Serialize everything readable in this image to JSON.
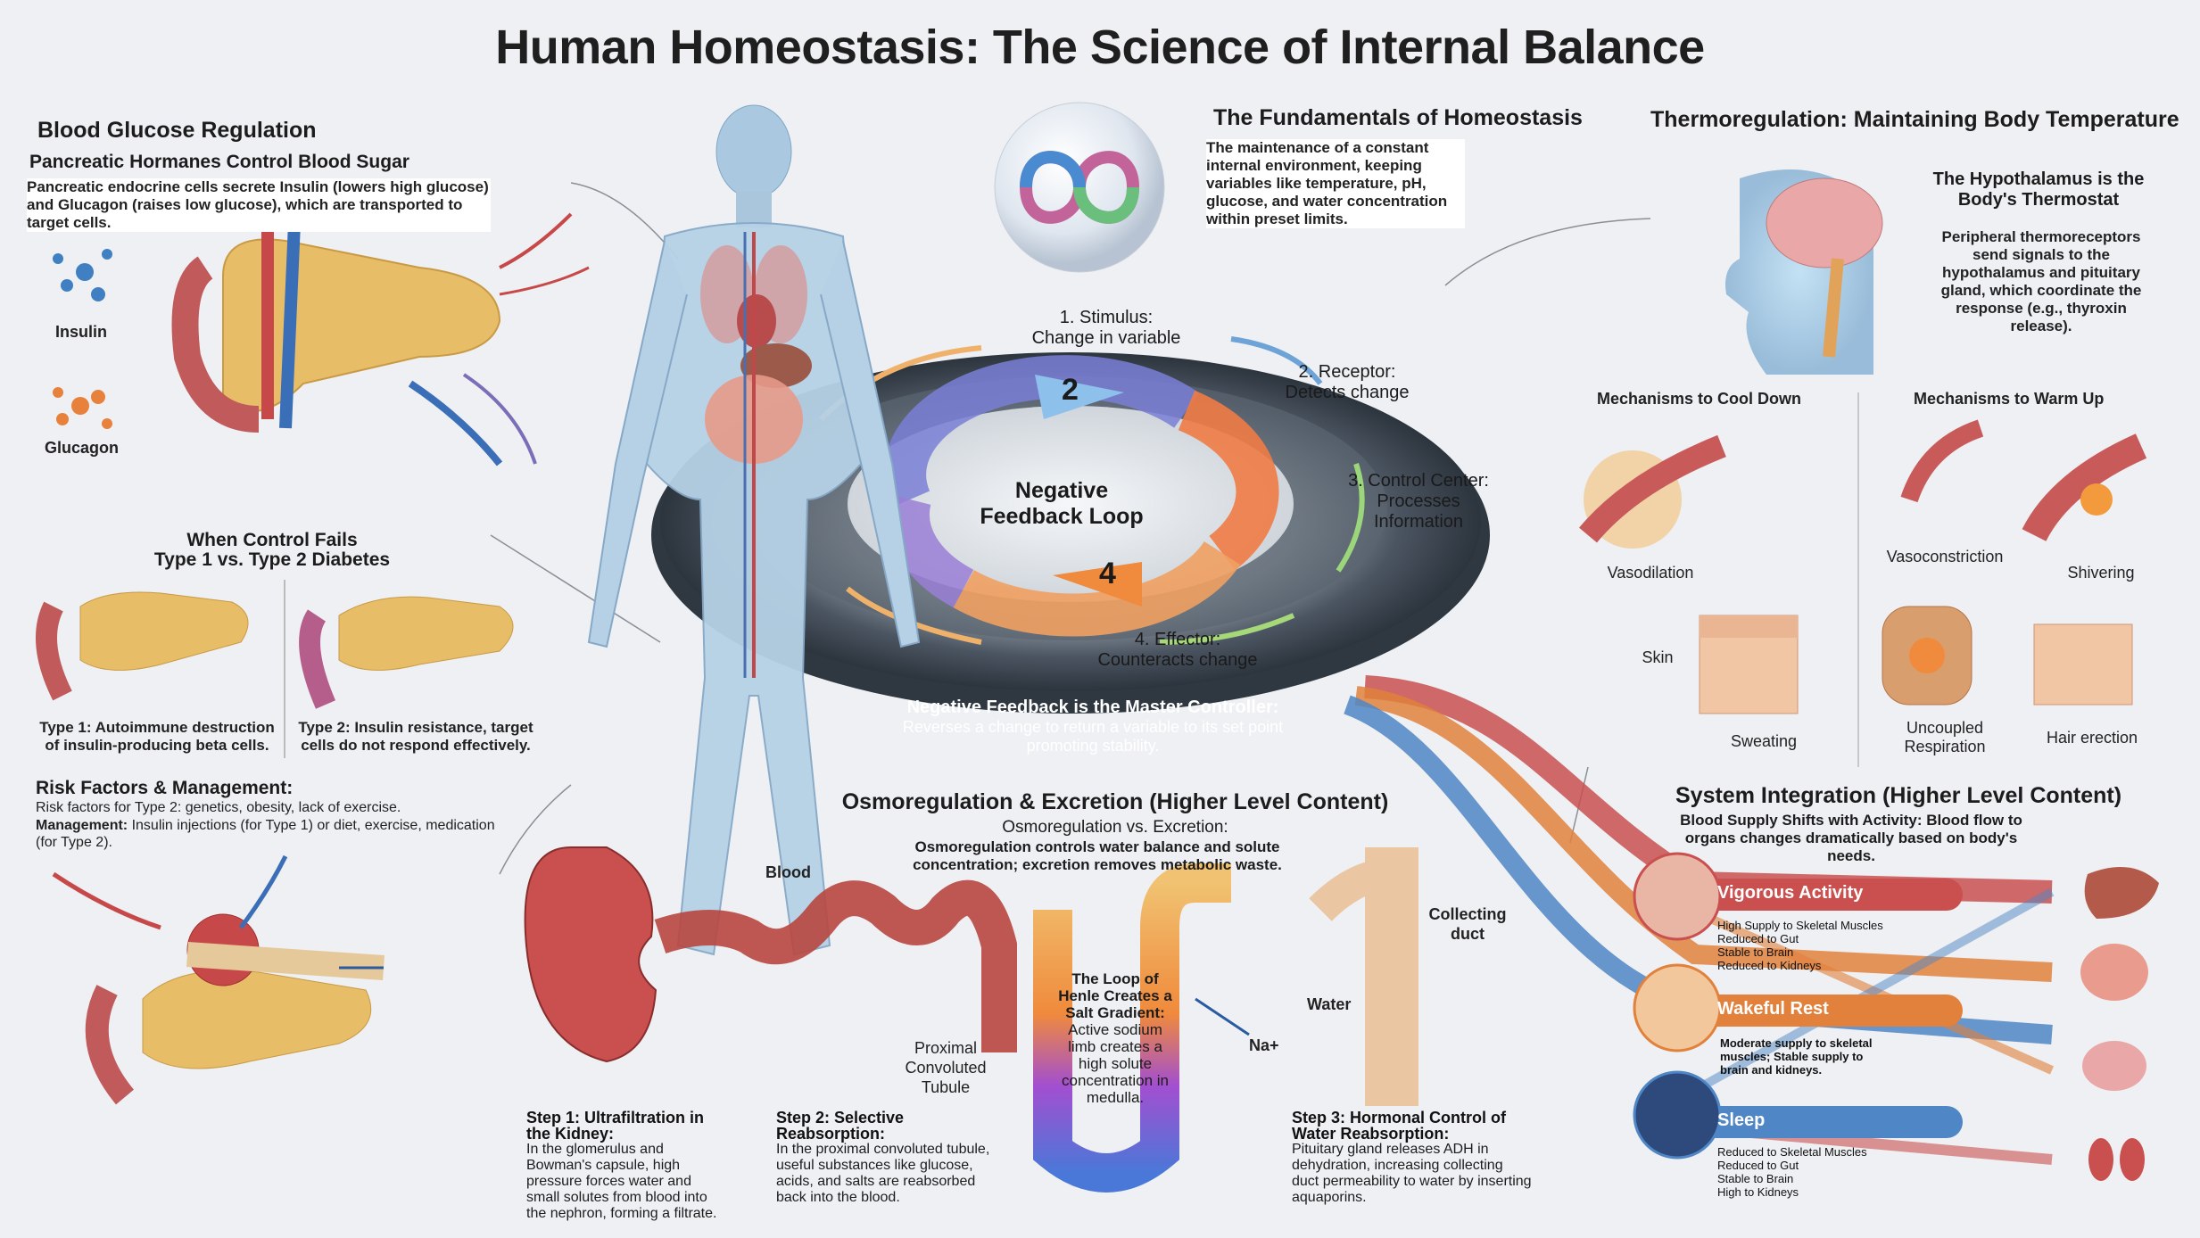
{
  "title": "Human Homeostasis: The Science of Internal Balance",
  "glucose": {
    "heading": "Blood Glucose Regulation",
    "subheading": "Pancreatic  Hormanes Control Blood Sugar",
    "text": "Pancreatic endocrine cells secrete Insulin (lowers high glucose) and Glucagon (raises low glucose), which are transported to target cells.",
    "insulin_label": "Insulin",
    "glucagon_label": "Glucagon",
    "fail_heading_1": "When Control  Fails",
    "fail_heading_2": "Type 1 vs. Type 2 Diabetes",
    "type1": "Type 1: Autoimmune destruction of insulin-producing beta cells.",
    "type2": "Type 2: Insulin resistance, target cells do not respond effectively.",
    "risk_heading": "Risk Factors & Management:",
    "risk_text": "Risk factors for Type 2: genetics, obesity, lack of exercise.",
    "management_label": "Management:",
    "management_text": "Insulin injections (for Type 1) or diet, exercise, medication (for Type 2)."
  },
  "fundamentals": {
    "heading": "The Fundamentals of Homeostasis",
    "text": "The maintenance of a constant internal environment, keeping variables like temperature, pH, glucose, and water concentration within preset limits."
  },
  "loop": {
    "center_1": "Negative",
    "center_2": "Feedback Loop",
    "num_2": "2",
    "num_4": "4",
    "s1_title": "1. Stimulus:",
    "s1_text": "Change in variable",
    "s2_title": "2. Receptor:",
    "s2_text": "Detects change",
    "s3_title": "3. Control Center:",
    "s3_text": "Processes Information",
    "s4_title": "4. Effector:",
    "s4_text": "Counteracts  change",
    "master_title": "Negative Feedback is the Master Controller:",
    "master_text": "Reverses a change to return a variable to its set point  promoting stability."
  },
  "thermo": {
    "heading": "Thermoregulation: Maintaining Body Temperature",
    "hypo_title": "The Hypothalamus is the Body's Thermostat",
    "hypo_text": "Peripheral thermoreceptors send signals to the hypothalamus and pituitary gland, which coordinate the response (e.g., thyroxin release).",
    "cool_heading": "Mechanisms to Cool Down",
    "warm_heading": "Mechanisms to Warm Up",
    "vasodilation": "Vasodilation",
    "skin": "Skin",
    "sweating": "Sweating",
    "vasoconstriction": "Vasoconstriction",
    "shivering": "Shivering",
    "uncoupled": "Uncoupled Respiration",
    "hair": "Hair erection"
  },
  "osmo": {
    "heading": "Osmoregulation & Excretion (Higher Level Content)",
    "sub": "Osmoregulation vs. Excretion:",
    "text": "Osmoregulation controls water balance and solute concentration; excretion removes metabolic waste.",
    "blood": "Blood",
    "pct": "Proximal Convoluted Tubule",
    "collecting": "Collecting duct",
    "water": "Water",
    "na": "Na+",
    "loop_title": "The Loop of Henle Creates a Salt Gradient:",
    "loop_text": "Active sodium limb creates a high solute concentration in medulla.",
    "step1_title": "Step 1: Ultrafiltration in the Kidney:",
    "step1_text": "In the glomerulus and Bowman's capsule, high pressure forces water and small solutes from blood into the nephron, forming a filtrate.",
    "step2_title": "Step 2: Selective Reabsorption:",
    "step2_text": "In the proximal convoluted tubule, useful substances like glucose, acids, and salts are reabsorbed back into the blood.",
    "step3_title": "Step 3: Hormonal Control of Water Reabsorption:",
    "step3_text": "Pituitary gland releases ADH in dehydration, increasing collecting duct permeability to water by inserting aquaporins."
  },
  "integration": {
    "heading": "System Integration (Higher Level Content)",
    "sub_title": "Blood Supply Shifts with Activity:",
    "sub_text": "Blood flow to organs changes dramatically based on body's needs.",
    "vigorous": "Vigorous Activity",
    "vigorous_items": [
      "High Supply to Skeletal Muscles",
      "Reduced to Gut",
      "Stable to Brain",
      "Reduced to Kidneys"
    ],
    "rest": "Wakeful Rest",
    "rest_text": "Moderate supply to skeletal muscles; Stable supply to brain and kidneys.",
    "sleep": "Sleep",
    "sleep_items": [
      "Reduced to Skeletal Muscles",
      "Reduced to Gut",
      "Stable to Brain",
      "High to Kidneys"
    ]
  },
  "colors": {
    "red": "#c94a4a",
    "orange": "#e58a3a",
    "blue": "#4a7bbf",
    "vigorous_banner": "#c9504f",
    "rest_banner": "#e1813c",
    "sleep_banner": "#4f86c6"
  }
}
